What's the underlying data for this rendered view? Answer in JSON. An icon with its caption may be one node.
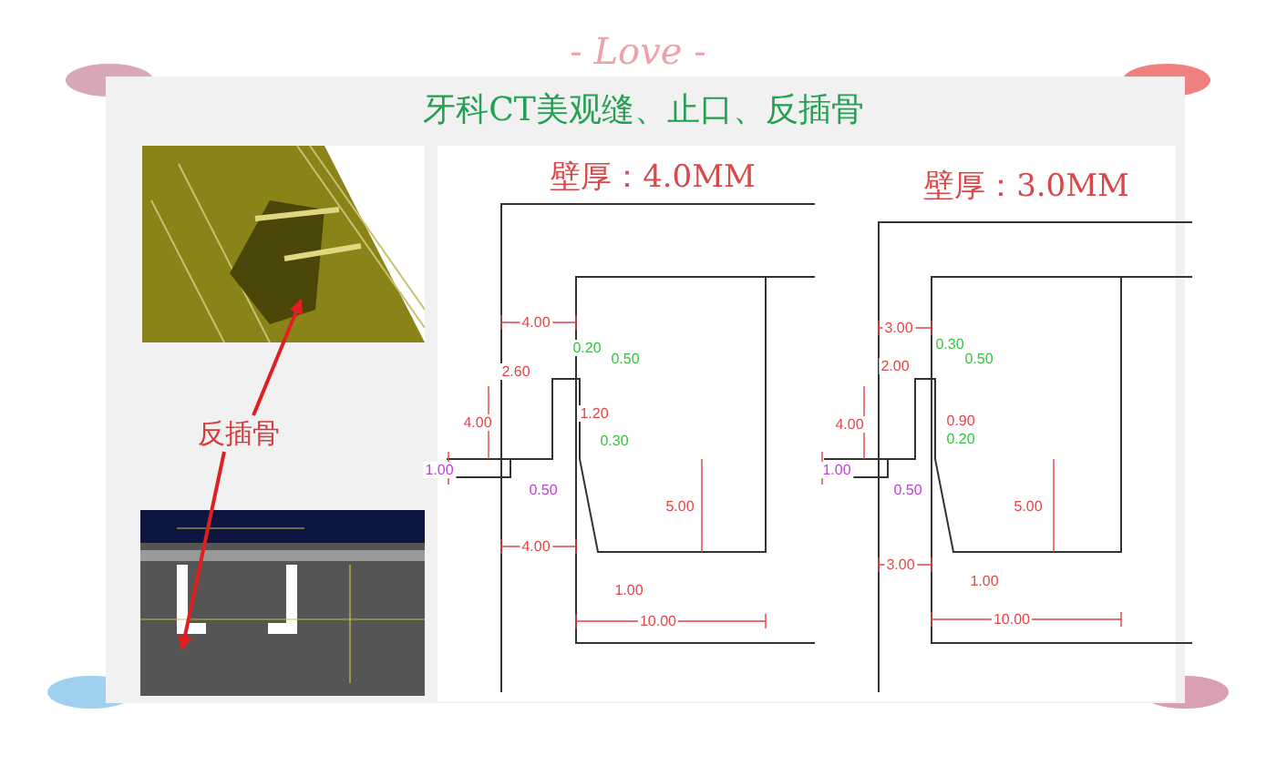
{
  "diagram": {
    "title": "牙科CT美观缝、止口、反插骨",
    "nodes": [
      {
        "text": [],
        "shape": "picture"
      },
      {
        "text": [
          "反插骨"
        ]
      },
      {
        "text": [],
        "shape": "picture"
      }
    ],
    "edges": [
      {
        "from": 1,
        "to": 0,
        "arrow": "to"
      },
      {
        "from": 1,
        "to": 2,
        "arrow": "to"
      }
    ],
    "labels": [
      "- Love -",
      "壁厚：4.0MM",
      "4.00",
      "0.20",
      "0.50",
      "2.60",
      "4.00",
      "1.20",
      "0.30",
      "1.00",
      "0.50",
      "5.00",
      "4.00",
      "1.00",
      "10.00",
      "壁厚：3.0MM",
      "3.00",
      "0.30",
      "0.50",
      "2.00",
      "4.00",
      "0.90",
      "0.20",
      "1.00",
      "0.50",
      "5.00",
      "3.00",
      "1.00",
      "10.00"
    ]
  }
}
